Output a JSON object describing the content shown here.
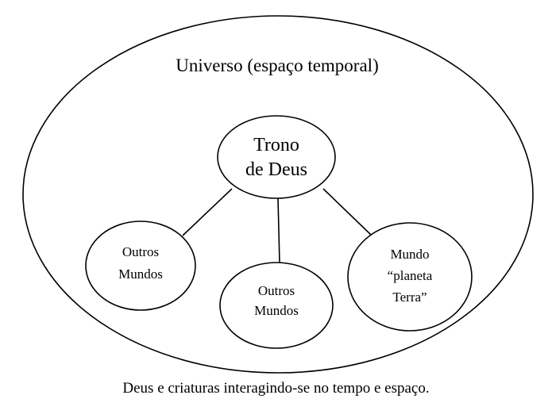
{
  "universe": {
    "label": "Universo (espaço temporal)"
  },
  "throne": {
    "line1": "Trono",
    "line2": "de Deus"
  },
  "world_left": {
    "line1": "Outros",
    "line2": "Mundos"
  },
  "world_center": {
    "line1": "Outros",
    "line2": "Mundos"
  },
  "world_right": {
    "line1": "Mundo",
    "line2": "“planeta",
    "line3": "Terra”"
  },
  "caption": "Deus e criaturas interagindo-se no tempo e espaço."
}
